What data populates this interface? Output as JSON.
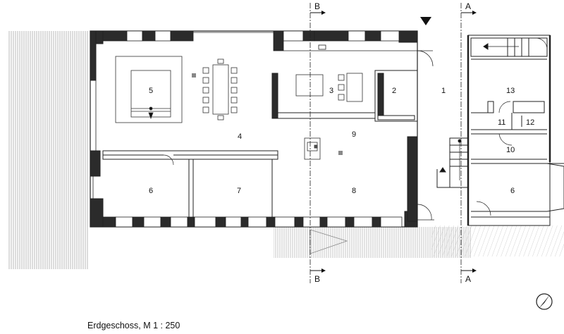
{
  "caption": "Erdgeschoss, M 1 : 250",
  "rooms": [
    "1",
    "2",
    "3",
    "4",
    "5",
    "6",
    "6",
    "7",
    "8",
    "9",
    "10",
    "11",
    "12",
    "13"
  ],
  "section_marks": {
    "a_top": "A",
    "a_bottom": "A",
    "b_top": "B",
    "b_bottom": "B"
  },
  "colors": {
    "wall": "#2b2b2b",
    "line": "#222222",
    "hatch": "#9a9a9a"
  },
  "icons": [
    "north-arrow-icon",
    "entrance-arrow-icon"
  ]
}
